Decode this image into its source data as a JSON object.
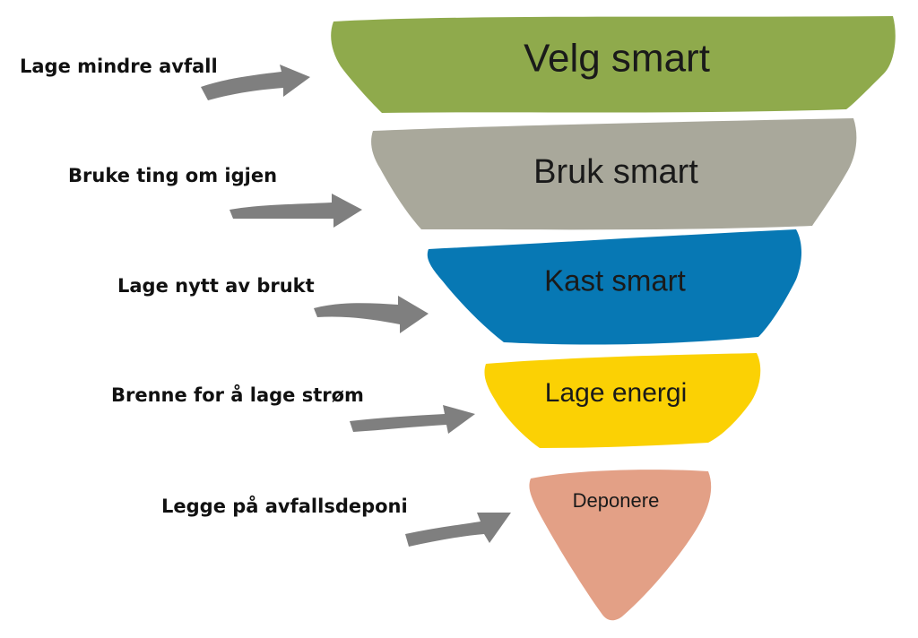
{
  "tiers": [
    {
      "label": "Velg smart",
      "color": "#8faa4c"
    },
    {
      "label": "Bruk smart",
      "color": "#a9a89b"
    },
    {
      "label": "Kast smart",
      "color": "#0778b4"
    },
    {
      "label": "Lage energi",
      "color": "#fbd104"
    },
    {
      "label": "Deponere",
      "color": "#e3a086"
    }
  ],
  "actions": [
    {
      "label": "Lage mindre avfall"
    },
    {
      "label": "Bruke ting om igjen"
    },
    {
      "label": "Lage nytt av brukt"
    },
    {
      "label": "Brenne for å lage strøm"
    },
    {
      "label": "Legge på avfallsdeponi"
    }
  ],
  "arrow_color": "#7f7f7f"
}
